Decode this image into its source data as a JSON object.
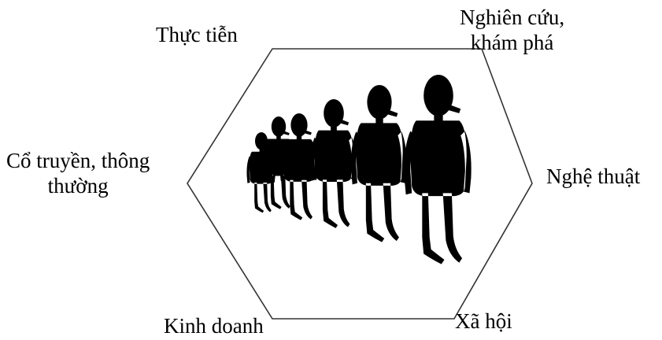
{
  "labels": {
    "top_left": "Thực tiễn",
    "top_right": [
      "Nghiên cứu,",
      "khám phá"
    ],
    "left": [
      "Cổ truyền, thông",
      "thường"
    ],
    "right": "Nghệ thuật",
    "bottom_left": "Kinh doanh",
    "bottom_right": "Xã hội"
  },
  "colors": {
    "stroke": "#333333",
    "figure": "#000000"
  },
  "figures": {
    "count": 6,
    "icon": "walking-person-silhouette"
  }
}
